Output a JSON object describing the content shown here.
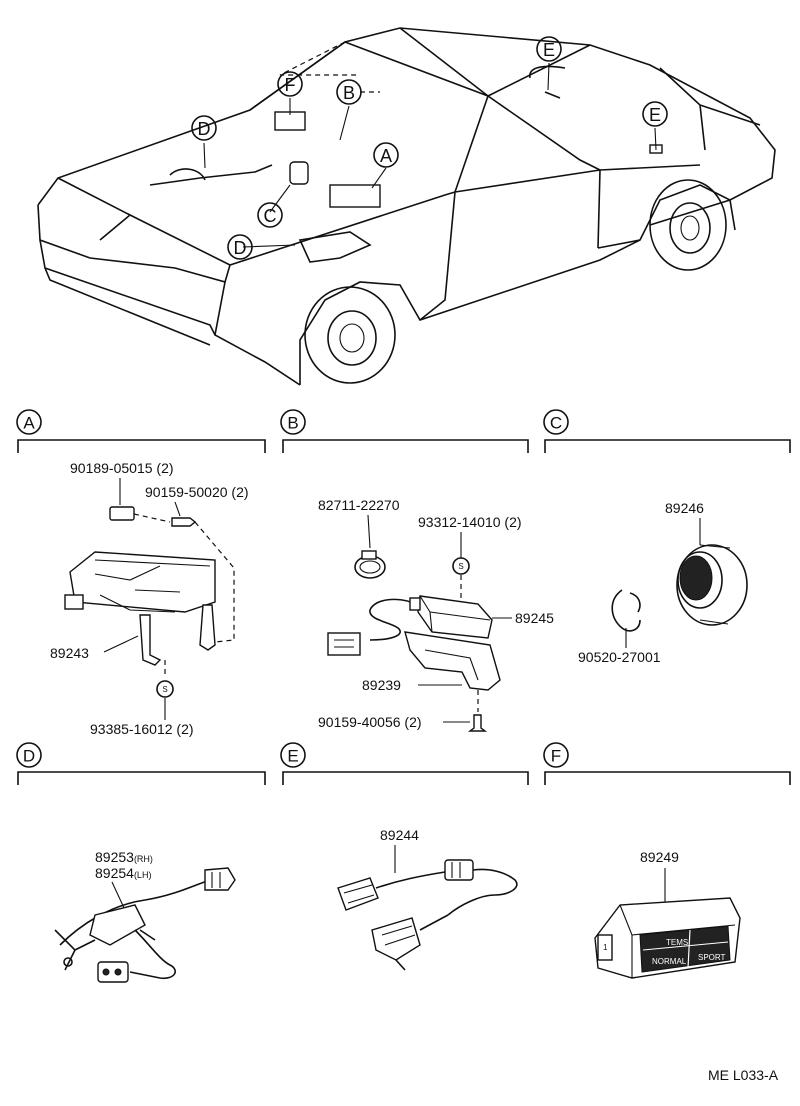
{
  "diagram_code": "ME L033-A",
  "overview": {
    "callouts": [
      "A",
      "B",
      "C",
      "D",
      "D",
      "E",
      "E",
      "F"
    ]
  },
  "sections": [
    {
      "letter": "A"
    },
    {
      "letter": "B"
    },
    {
      "letter": "C"
    },
    {
      "letter": "D"
    },
    {
      "letter": "E"
    },
    {
      "letter": "F"
    }
  ],
  "section_a": {
    "p1": "90189-05015 (2)",
    "p2": "90159-50020 (2)",
    "p3": "89243",
    "p4": "93385-16012 (2)",
    "s_mark": "S"
  },
  "section_b": {
    "p1": "82711-22270",
    "p2": "93312-14010 (2)",
    "p3": "89245",
    "p4": "89239",
    "p5": "90159-40056 (2)",
    "s_mark": "S"
  },
  "section_c": {
    "p1": "89246",
    "p2": "90520-27001"
  },
  "section_d": {
    "p1_num": "89253",
    "p1_suffix": "(RH)",
    "p2_num": "89254",
    "p2_suffix": "(LH)"
  },
  "section_e": {
    "p1": "89244"
  },
  "section_f": {
    "p1": "89249",
    "switch_top": "TEMS",
    "switch_left": "NORMAL",
    "switch_right": "SPORT",
    "switch_side": "1"
  }
}
